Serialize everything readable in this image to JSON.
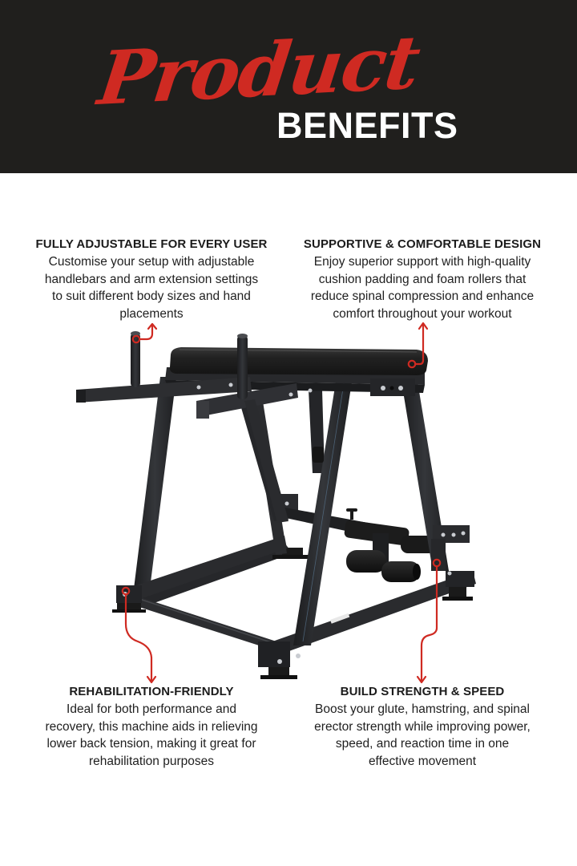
{
  "header": {
    "script_word": "Product",
    "block_word": "BENEFITS",
    "background_color": "#201f1d",
    "accent_color": "#cf2a22",
    "title_color": "#ffffff"
  },
  "product_image": {
    "alt": "Reverse hyperextension machine",
    "frame_color": "#2a2b2d",
    "pad_color": "#1c1c1c"
  },
  "callout_icon": "red-arrow-connector",
  "benefits": [
    {
      "position": "top-left",
      "title": "FULLY ADJUSTABLE FOR EVERY USER",
      "lines": [
        "Customise your setup with adjustable",
        "handlebars and arm extension settings",
        "to suit different body sizes and hand",
        "placements"
      ]
    },
    {
      "position": "top-right",
      "title": "SUPPORTIVE & COMFORTABLE DESIGN",
      "lines": [
        "Enjoy superior support with high-quality",
        "cushion padding and foam rollers that",
        "reduce spinal compression and enhance",
        "comfort throughout your workout"
      ]
    },
    {
      "position": "bottom-left",
      "title": "REHABILITATION-FRIENDLY",
      "lines": [
        "Ideal for both performance and",
        "recovery, this machine aids in relieving",
        "lower back tension, making it great for",
        "rehabilitation purposes"
      ]
    },
    {
      "position": "bottom-right",
      "title": "BUILD STRENGTH & SPEED",
      "lines": [
        "Boost your glute, hamstring, and spinal",
        "erector strength while improving power,",
        "speed, and reaction time in one",
        "effective movement"
      ]
    }
  ]
}
